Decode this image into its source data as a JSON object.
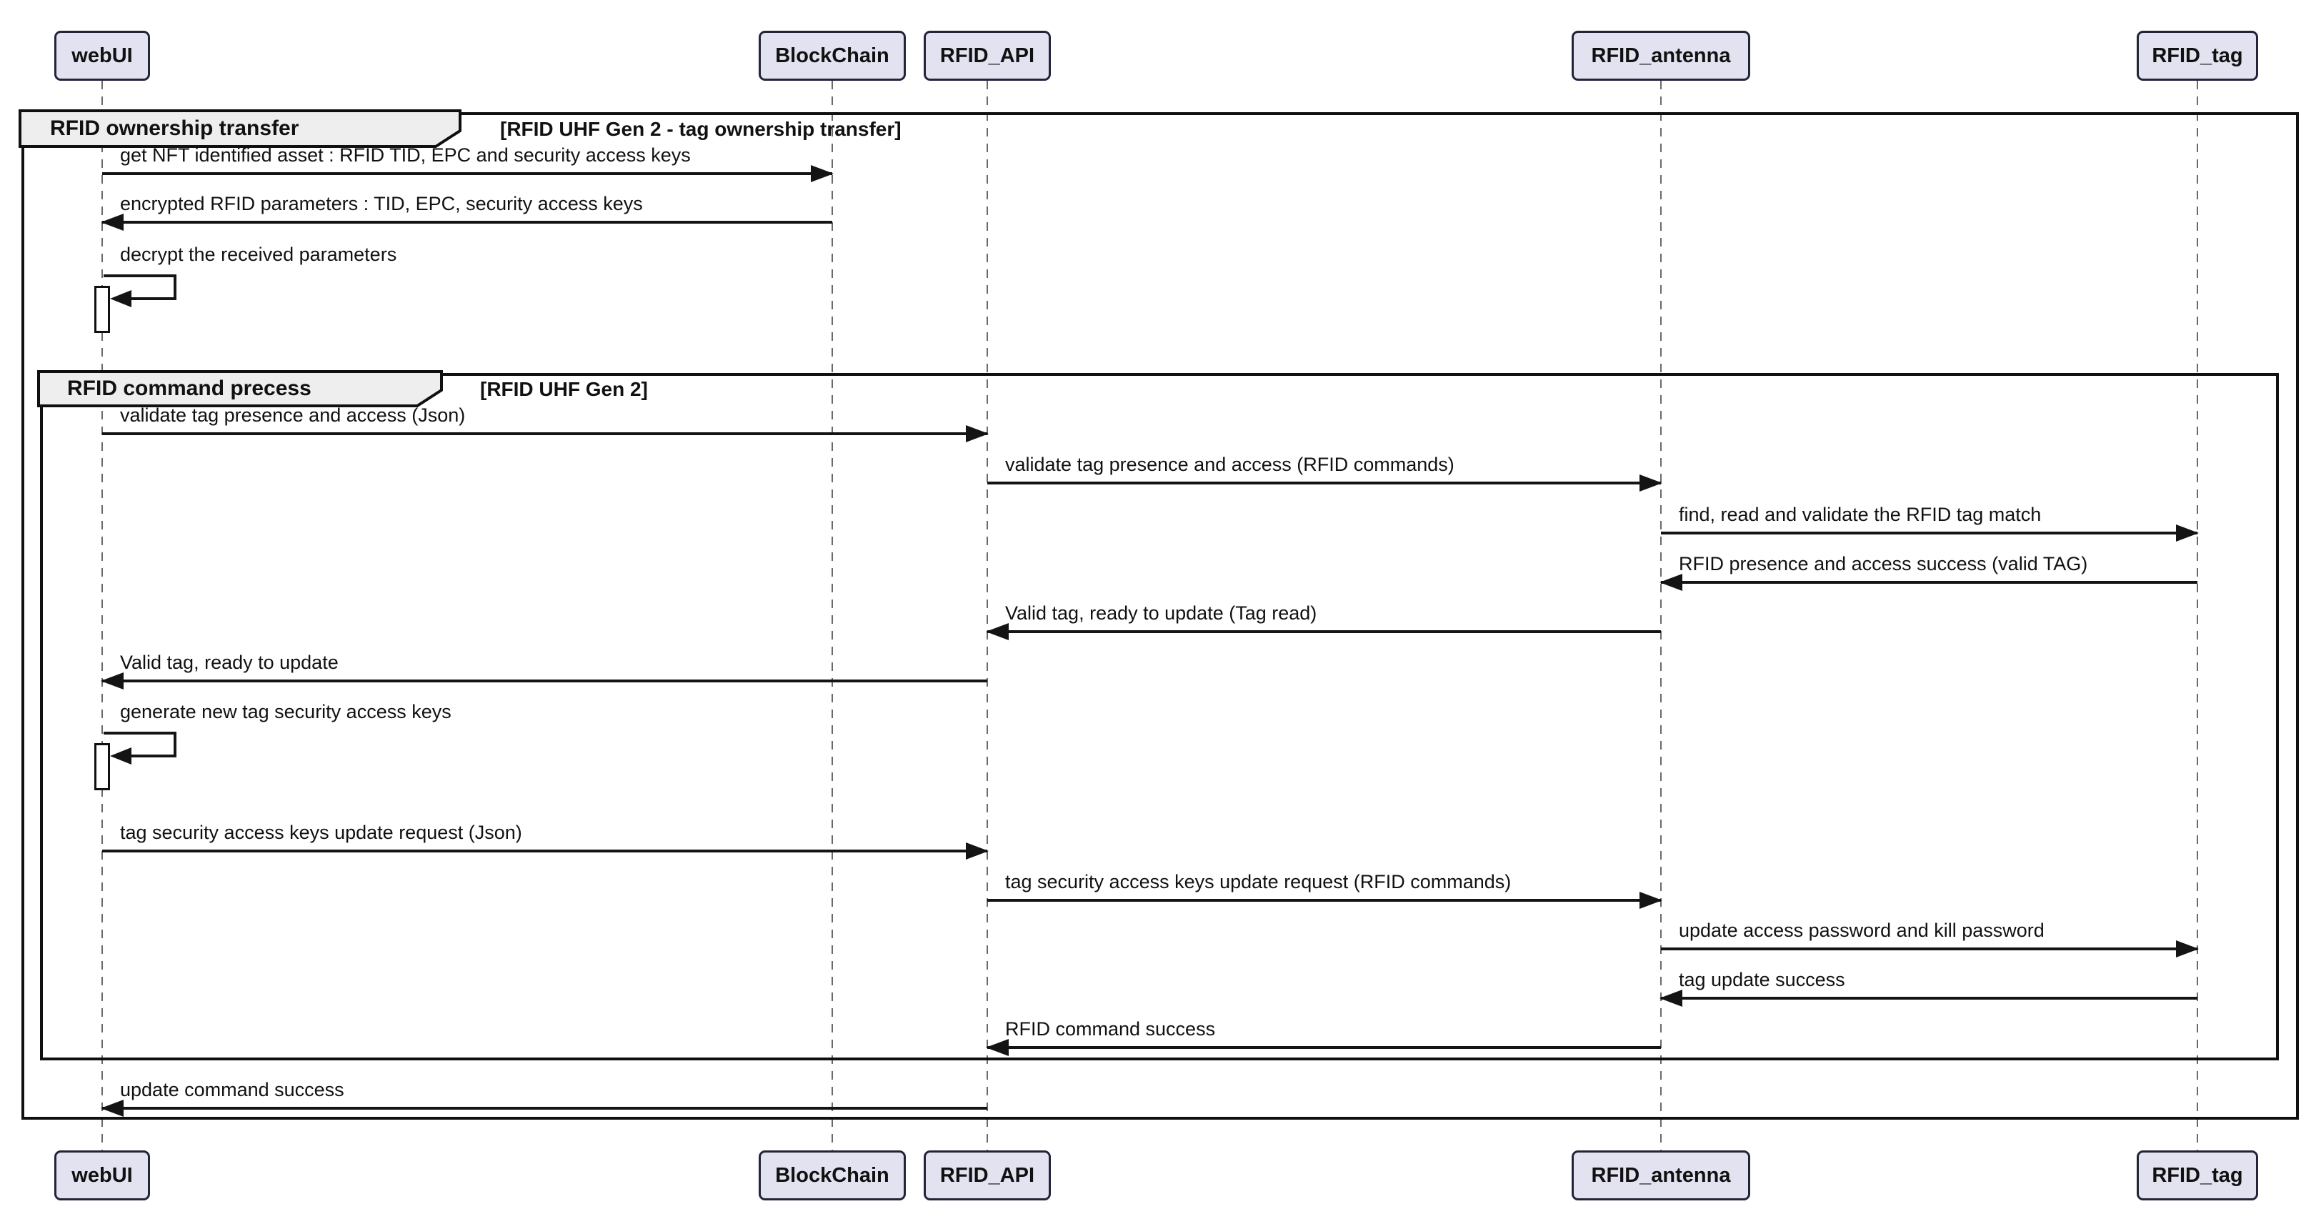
{
  "diagram": {
    "type": "uml-sequence-diagram",
    "participants": [
      {
        "name": "webUI"
      },
      {
        "name": "BlockChain"
      },
      {
        "name": "RFID_API"
      },
      {
        "name": "RFID_antenna"
      },
      {
        "name": "RFID_tag"
      }
    ],
    "frames": [
      {
        "title": "RFID ownership transfer",
        "condition": "[RFID UHF Gen 2 -  tag ownership transfer]"
      },
      {
        "title": "RFID command precess",
        "condition": "[RFID UHF Gen 2]"
      }
    ],
    "messages": [
      {
        "from": "webUI",
        "to": "BlockChain",
        "label": "get NFT identified asset : RFID TID, EPC and security access keys"
      },
      {
        "from": "BlockChain",
        "to": "webUI",
        "label": "encrypted RFID parameters : TID, EPC, security access keys"
      },
      {
        "from": "webUI",
        "to": "webUI",
        "self": true,
        "label": "decrypt the received parameters"
      },
      {
        "from": "webUI",
        "to": "RFID_API",
        "label": "validate tag presence and access (Json)"
      },
      {
        "from": "RFID_API",
        "to": "RFID_antenna",
        "label": "validate tag presence and access (RFID commands)"
      },
      {
        "from": "RFID_antenna",
        "to": "RFID_tag",
        "label": "find, read and validate the RFID tag match"
      },
      {
        "from": "RFID_tag",
        "to": "RFID_antenna",
        "label": "RFID presence and access success (valid TAG)"
      },
      {
        "from": "RFID_antenna",
        "to": "RFID_API",
        "label": "Valid tag, ready to update (Tag read)"
      },
      {
        "from": "RFID_API",
        "to": "webUI",
        "label": "Valid tag, ready to update"
      },
      {
        "from": "webUI",
        "to": "webUI",
        "self": true,
        "label": "generate new tag security access keys"
      },
      {
        "from": "webUI",
        "to": "RFID_API",
        "label": "tag security access keys update request (Json)"
      },
      {
        "from": "RFID_API",
        "to": "RFID_antenna",
        "label": "tag security access keys update request (RFID commands)"
      },
      {
        "from": "RFID_antenna",
        "to": "RFID_tag",
        "label": "update access password and kill password"
      },
      {
        "from": "RFID_tag",
        "to": "RFID_antenna",
        "label": "tag update success"
      },
      {
        "from": "RFID_antenna",
        "to": "RFID_API",
        "label": "RFID command success"
      },
      {
        "from": "RFID_API",
        "to": "webUI",
        "label": "update command success"
      }
    ],
    "colors": {
      "background": "#FFFFFF",
      "participant_fill": "#E2E2F0",
      "participant_border": "#23233A",
      "frame_border": "#101010",
      "frame_header_fill": "#EEEEEE",
      "message_line": "#141414",
      "lifeline": "#6A6A6A"
    }
  }
}
